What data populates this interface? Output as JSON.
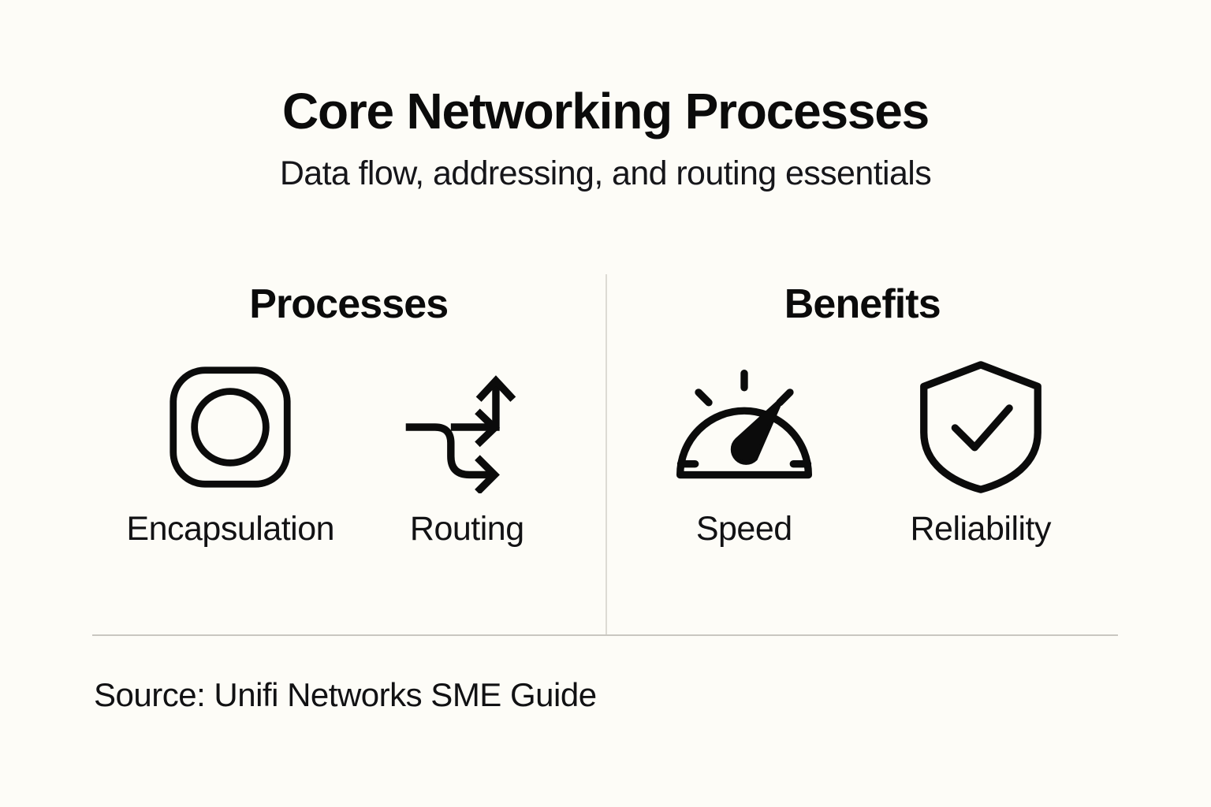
{
  "header": {
    "title": "Core Networking Processes",
    "subtitle": "Data flow, addressing, and routing essentials"
  },
  "columns": [
    {
      "heading": "Processes",
      "items": [
        {
          "label": "Encapsulation",
          "icon": "rounded-square-circle-icon"
        },
        {
          "label": "Routing",
          "icon": "branching-arrows-icon"
        }
      ]
    },
    {
      "heading": "Benefits",
      "items": [
        {
          "label": "Speed",
          "icon": "speedometer-icon"
        },
        {
          "label": "Reliability",
          "icon": "shield-check-icon"
        }
      ]
    }
  ],
  "footer": {
    "source": "Source: Unifi Networks SME Guide"
  },
  "colors": {
    "background": "#FDFCF7",
    "ink": "#0B0B0B",
    "rule": "#C9C7C1",
    "divider": "#DDDBD4"
  }
}
